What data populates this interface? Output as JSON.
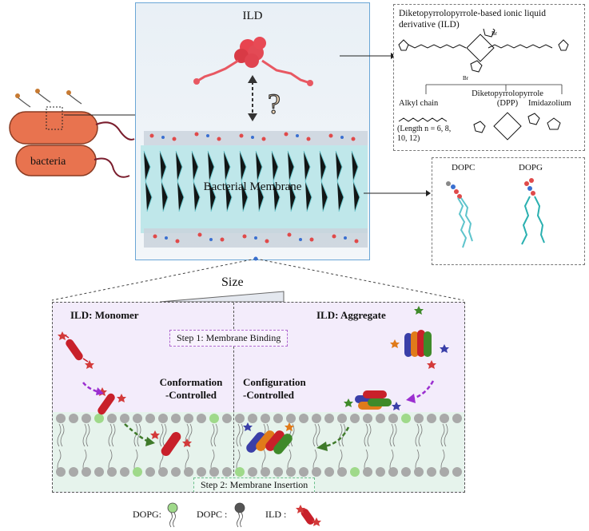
{
  "bacteria_label": "bacteria",
  "top_box": {
    "ild_label": "ILD",
    "membrane_label": "Bacterial Membrane",
    "question_mark": "?"
  },
  "ild_box": {
    "title": "Diketopyrrolopyrrole-based ionic liquid derivative (ILD)",
    "alkyl_label": "Alkyl chain",
    "dpp_label": "Diketopyrrolopyrrole (DPP)",
    "imidazolium_label": "Imidazolium",
    "length_note": "(Length  n = 6, 8, 10, 12)",
    "br_label": "Br"
  },
  "lipid_box": {
    "dopc_label": "DOPC",
    "dopg_label": "DOPG"
  },
  "size_label": "Size",
  "bottom": {
    "monomer_title": "ILD: Monomer",
    "aggregate_title": "ILD: Aggregate",
    "step1": "Step 1: Membrane Binding",
    "step2": "Step 2: Membrane Insertion",
    "conformation": "Conformation\n-Controlled",
    "configuration": "Configuration\n-Controlled"
  },
  "legend": {
    "dopg": "DOPG:",
    "dopc": "DOPC :",
    "ild": "ILD :"
  },
  "colors": {
    "ild_red": "#d33a3a",
    "membrane_cyan": "#5ec4cc",
    "bacteria_orange": "#e8734f",
    "arrow_purple": "#9b2fd0",
    "arrow_green": "#3f7a2a",
    "lipid_grey": "#a9a9a9",
    "lipid_green": "#9fd98a",
    "bottom_upper_bg": "#f4eefc",
    "bottom_lower_bg": "#e8f4ee"
  }
}
